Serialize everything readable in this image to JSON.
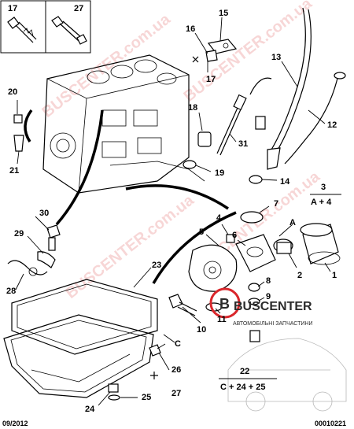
{
  "header_box": {
    "labels": [
      "17",
      "27"
    ]
  },
  "callouts": {
    "c1": "1",
    "c2": "2",
    "c3": "3",
    "c4": "4",
    "c5": "5",
    "c6": "6",
    "c7": "7",
    "c8": "8",
    "c9": "9",
    "c10": "10",
    "c11": "11",
    "c12": "12",
    "c13": "13",
    "c14": "14",
    "c15": "15",
    "c16": "16",
    "c17": "17",
    "c18": "18",
    "c19": "19",
    "c20": "20",
    "c21": "21",
    "c22": "22",
    "c23": "23",
    "c24": "24",
    "c25": "25",
    "c26": "26",
    "c27": "27",
    "c28": "28",
    "c29": "29",
    "c30": "30",
    "c31": "31",
    "cA": "A",
    "cC": "C"
  },
  "formulas": {
    "f1": "A + 4",
    "f2": "C + 24 + 25"
  },
  "watermark": {
    "text": "BUSCENTER.com.ua",
    "brand": "BUSCENTER",
    "tagline": "АВТОМОБІЛЬНІ ЗАПЧАСТИНИ"
  },
  "footer": {
    "left": "09/2012",
    "right": "00010221"
  },
  "colors": {
    "ink": "#000000",
    "watermark": "#e98c8c",
    "brand": "#2b2b2b",
    "accent": "#d9262b"
  }
}
